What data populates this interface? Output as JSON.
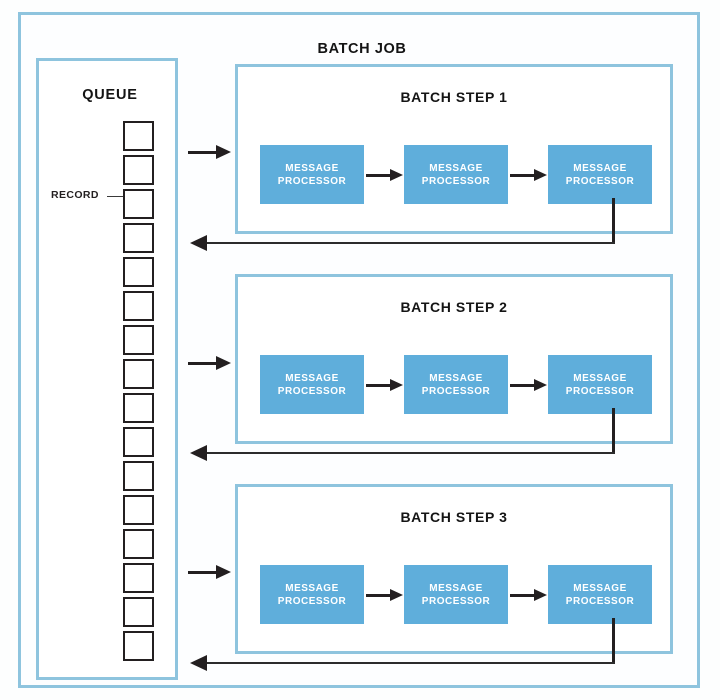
{
  "diagram": {
    "title": "BATCH JOB",
    "queue": {
      "title": "QUEUE",
      "record_label": "RECORD",
      "record_count": 16
    },
    "steps": [
      {
        "id": "step-1",
        "title": "BATCH STEP 1",
        "processors": [
          {
            "line1": "MESSAGE",
            "line2": "PROCESSOR"
          },
          {
            "line1": "MESSAGE",
            "line2": "PROCESSOR"
          },
          {
            "line1": "MESSAGE",
            "line2": "PROCESSOR"
          }
        ]
      },
      {
        "id": "step-2",
        "title": "BATCH STEP 2",
        "processors": [
          {
            "line1": "MESSAGE",
            "line2": "PROCESSOR"
          },
          {
            "line1": "MESSAGE",
            "line2": "PROCESSOR"
          },
          {
            "line1": "MESSAGE",
            "line2": "PROCESSOR"
          }
        ]
      },
      {
        "id": "step-3",
        "title": "BATCH STEP 3",
        "processors": [
          {
            "line1": "MESSAGE",
            "line2": "PROCESSOR"
          },
          {
            "line1": "MESSAGE",
            "line2": "PROCESSOR"
          },
          {
            "line1": "MESSAGE",
            "line2": "PROCESSOR"
          }
        ]
      }
    ],
    "colors": {
      "frame_border": "#8ec4de",
      "processor_fill": "#5faedb",
      "processor_text": "#ffffff",
      "arrow": "#231f20",
      "record_border": "#231f20",
      "text": "#141414",
      "background": "#fdfefe"
    }
  }
}
